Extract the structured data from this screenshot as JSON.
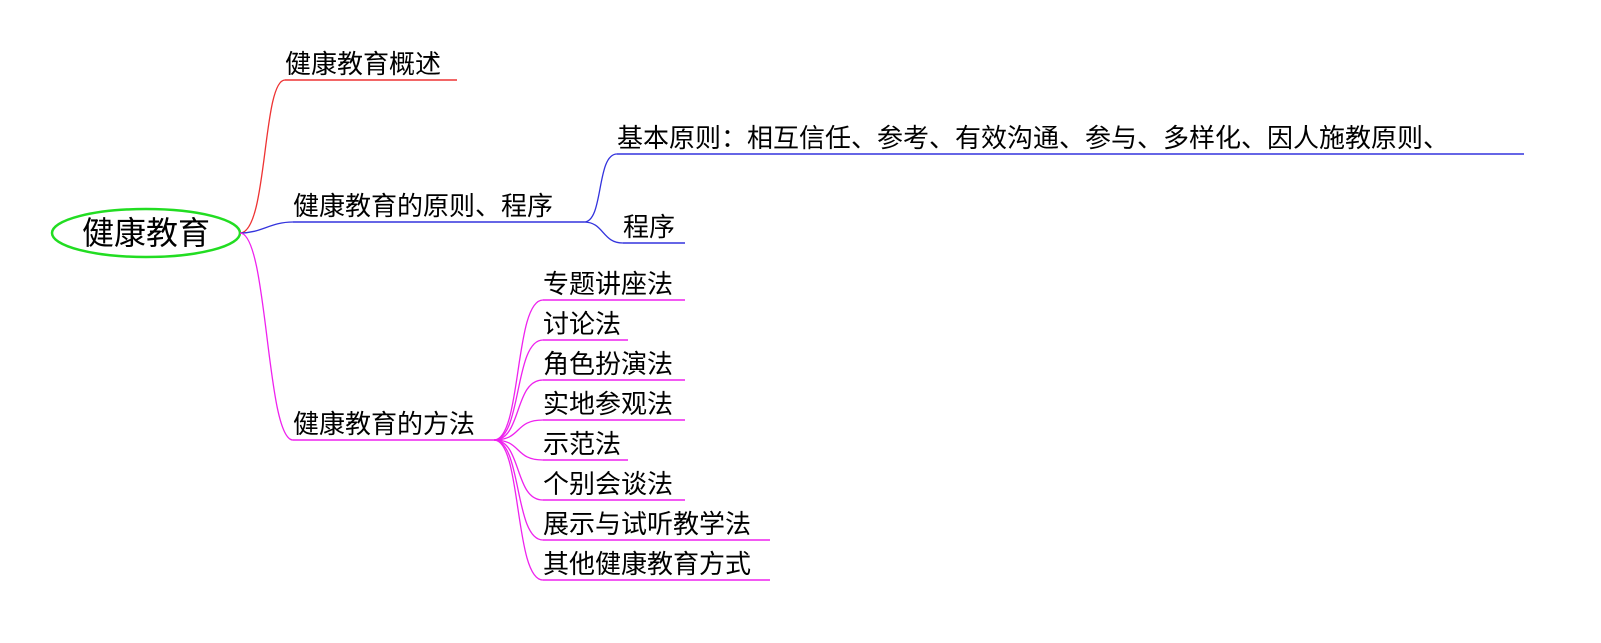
{
  "colors": {
    "root_outline": "#22dd22",
    "branch_overview": "#ee3333",
    "branch_principles": "#3333dd",
    "branch_methods": "#ee22ee",
    "text": "#000000"
  },
  "root": {
    "label": "健康教育"
  },
  "branches": [
    {
      "label": "健康教育概述",
      "color_key": "branch_overview",
      "children": []
    },
    {
      "label": "健康教育的原则、程序",
      "color_key": "branch_principles",
      "children": [
        {
          "label": "基本原则：相互信任、参考、有效沟通、参与、多样化、因人施教原则、"
        },
        {
          "label": "程序"
        }
      ]
    },
    {
      "label": "健康教育的方法",
      "color_key": "branch_methods",
      "children": [
        {
          "label": "专题讲座法"
        },
        {
          "label": "讨论法"
        },
        {
          "label": "角色扮演法"
        },
        {
          "label": "实地参观法"
        },
        {
          "label": "示范法"
        },
        {
          "label": "个别会谈法"
        },
        {
          "label": "展示与试听教学法"
        },
        {
          "label": "其他健康教育方式"
        }
      ]
    }
  ]
}
